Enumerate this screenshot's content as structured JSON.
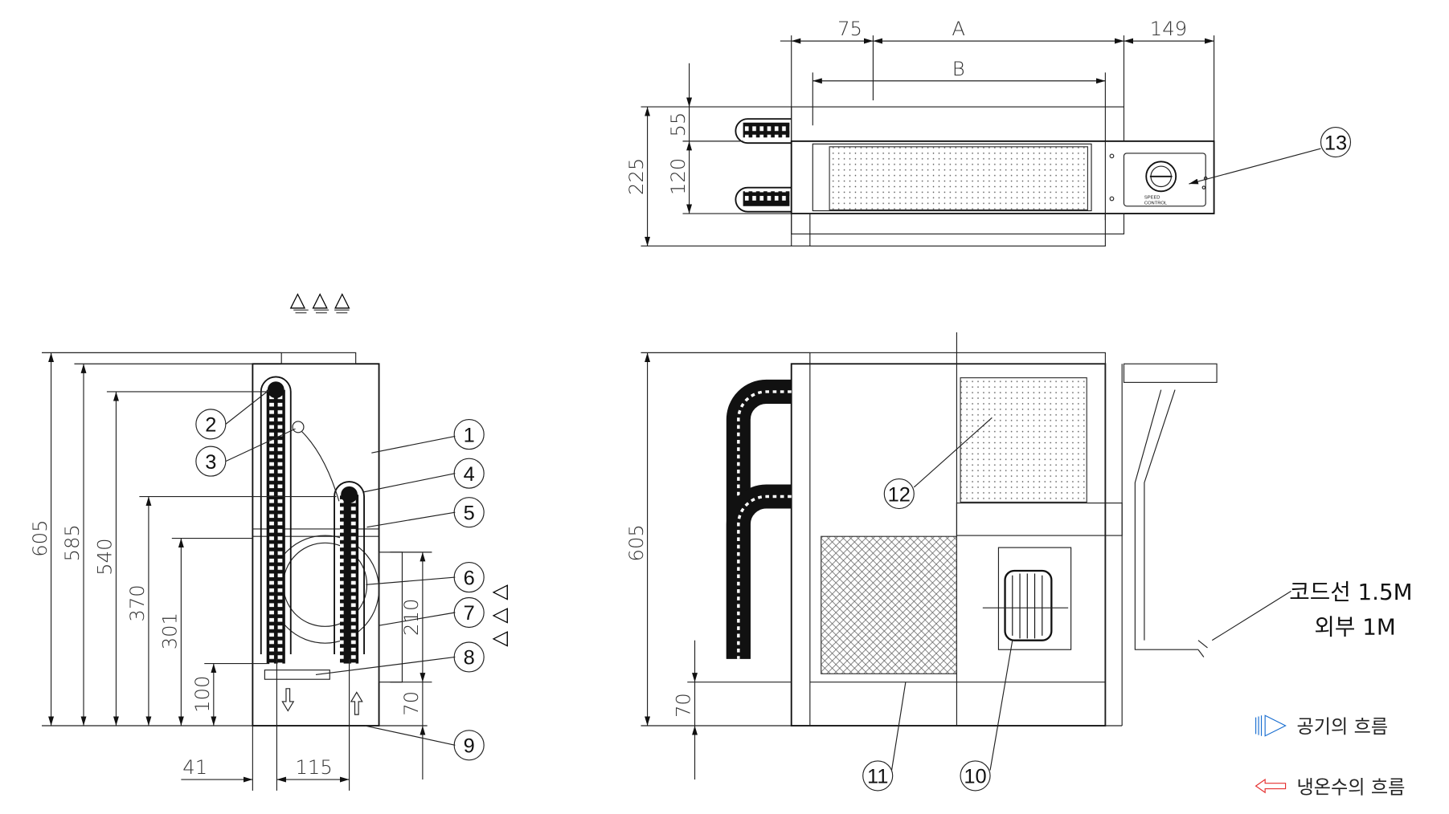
{
  "top_view": {
    "dims": {
      "d75": "75",
      "dA": "A",
      "d149": "149",
      "dB": "B",
      "d55": "55",
      "d120": "120",
      "d225": "225"
    },
    "speed_control_line1": "SPEED",
    "speed_control_line2": "CONTROL",
    "callout_13": "13"
  },
  "side_view": {
    "dims": {
      "d605": "605",
      "d585": "585",
      "d540": "540",
      "d370": "370",
      "d301": "301",
      "d100": "100",
      "d210": "210",
      "d70": "70",
      "d41": "41",
      "d115": "115"
    },
    "callouts": [
      "1",
      "2",
      "3",
      "4",
      "5",
      "6",
      "7",
      "8",
      "9"
    ]
  },
  "front_view": {
    "dims": {
      "d605": "605",
      "d70": "70"
    },
    "callouts": {
      "c10": "10",
      "c11": "11",
      "c12": "12"
    },
    "cord_line1": "코드선 1.5M",
    "cord_line2": "외부 1M"
  },
  "legend": {
    "air_flow": "공기의 흐름",
    "water_flow": "냉온수의 흐름",
    "air_color": "#1a6fd1",
    "water_color": "#e53030"
  }
}
